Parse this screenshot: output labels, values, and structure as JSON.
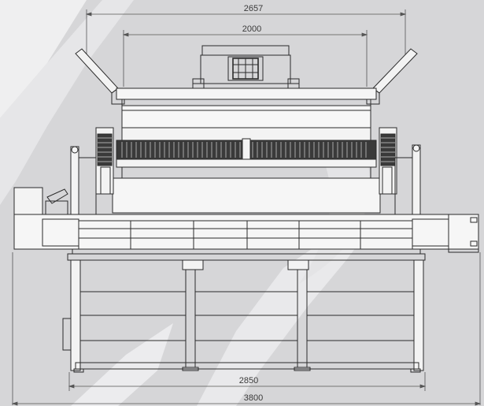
{
  "drawing": {
    "dimensions": {
      "top_overall": "2657",
      "top_inner": "2000",
      "bottom_inner": "2850",
      "bottom_overall": "3800"
    },
    "colors": {
      "background": "#d6d6d8",
      "highlight": "#f2f2f3",
      "line": "#2b2b2b",
      "dimension_line": "#555555"
    }
  }
}
